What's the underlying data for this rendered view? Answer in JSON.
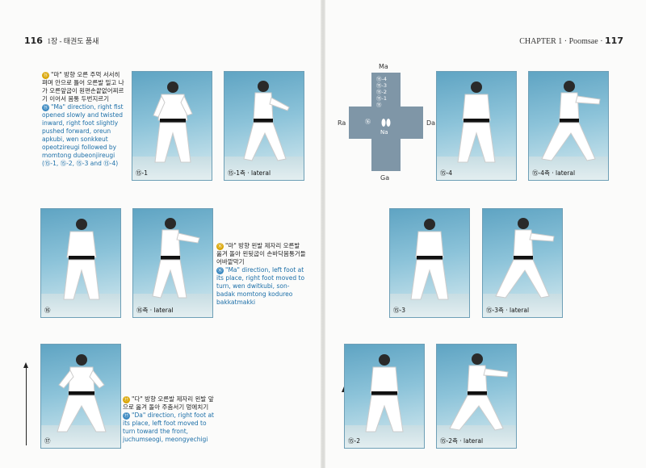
{
  "header": {
    "left_page_num": "116",
    "left_title": "1장 - 태권도 품새",
    "right_title": "CHAPTER 1 · Poomsae ·",
    "right_page_num": "117"
  },
  "diagram": {
    "top": "Ma",
    "left": "Ra",
    "right": "Da",
    "bottom": "Ga",
    "center": "Na",
    "steps": [
      "⑮-4",
      "⑮-3",
      "⑮-2",
      "⑮-1",
      "⑮"
    ],
    "left_num": "⑯"
  },
  "text_blocks": {
    "b1": {
      "num": "⑮",
      "ko": "\"마\" 방향 오른 주먹 서서히 펴며 안으로 틀어 오른발 밀고 나가 오른앞굽이 원편손끝없어찌르기 이어서 몸통 두번지르기",
      "en": "\"Ma\" direction, right fist opened slowly and twisted inward, right foot slightly pushed forward, oreun apkubi, wen sonkkeut opeotzireugi followed by momtong dubeonjireugi (⑮-1, ⑮-2, ⑮-3 and ⑮-4)"
    },
    "b2": {
      "num": "⑯",
      "ko": "\"마\" 방향 왼발 제자리 오른발 옮겨 돌아 왼뒷굽이 손바닥몸통거들어바깥막기",
      "en": "\"Ma\" direction, left foot at its place, right foot moved to turn, wen dwitkubi, son-badak momtong kodureo bakkatmakki"
    },
    "b3": {
      "num": "⑰",
      "ko": "\"다\" 방향 오른발 제자리 왼발 앞으로 옮겨 돌아 주춤서기 멍에치기",
      "en": "\"Da\" direction, right foot at its place, left foot moved to turn toward the front, juchumseogi, meongyechigi"
    }
  },
  "captions": {
    "p1": "⑮-1",
    "p2": "⑮-1측 · lateral",
    "p3": "⑯",
    "p4": "⑯측 · lateral",
    "p5": "⑰",
    "p6": "⑮-4",
    "p7": "⑮-4측 · lateral",
    "p8": "⑮-3",
    "p9": "⑮-3측 · lateral",
    "p10": "⑮-2",
    "p11": "⑮-2측 · lateral"
  },
  "colors": {
    "accent_blue": "#1c6fa8",
    "accent_gold": "#d9a400",
    "photo_sky": "#8cc3d9"
  }
}
